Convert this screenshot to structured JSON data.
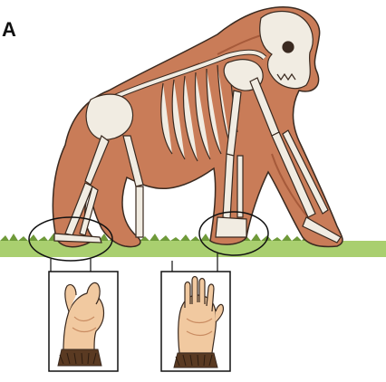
{
  "panel_label": "A",
  "colors": {
    "fur": "#c97c58",
    "fur_shadow": "#a65a3a",
    "bone": "#f1ece2",
    "bone_outline": "#3a2a20",
    "ground": "#a9cf6f",
    "grass_dark": "#6f9a3a",
    "skin": "#f1c9a0",
    "skin_shadow": "#c98c62",
    "hair_dark": "#5a3a22",
    "frame": "#222222"
  },
  "icons": {
    "animal": "gorilla-illustration",
    "skeleton": "skeleton-overlay",
    "hand_left": "foot-closeup",
    "hand_right": "hand-closeup"
  }
}
